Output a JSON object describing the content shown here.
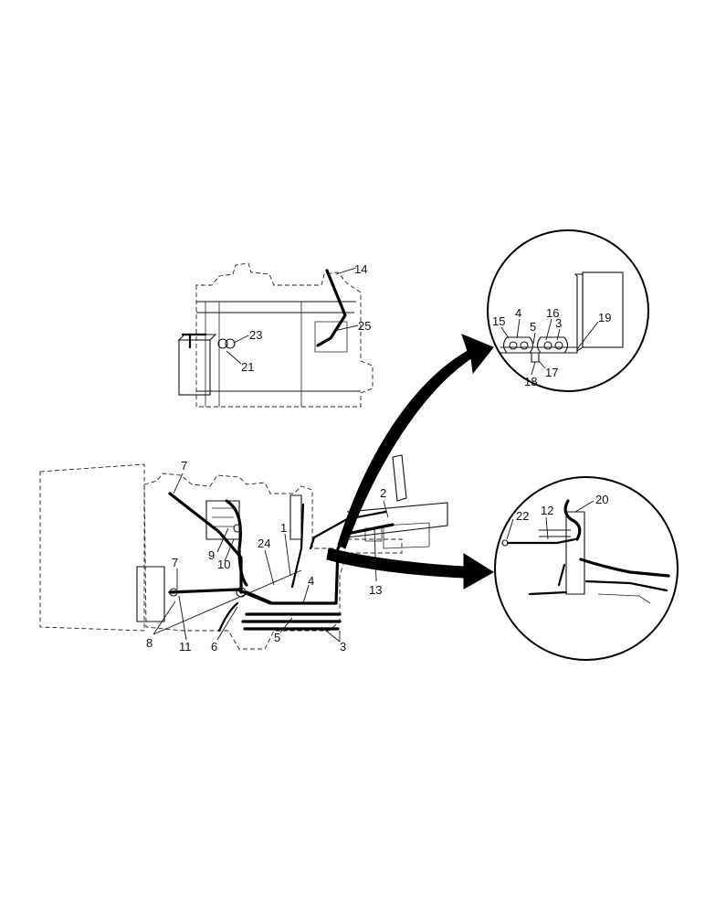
{
  "callouts": {
    "top_engine": [
      "14",
      "25",
      "23",
      "21"
    ],
    "detail_a": [
      "15",
      "4",
      "5",
      "16",
      "3",
      "19",
      "18",
      "17"
    ],
    "detail_b": [
      "22",
      "12",
      "20"
    ],
    "main": [
      "7",
      "2",
      "1",
      "24",
      "9",
      "10",
      "4",
      "7",
      "13",
      "8",
      "11",
      "6",
      "5",
      "3"
    ]
  },
  "colors": {
    "ink": "#111111",
    "paper": "#ffffff"
  }
}
